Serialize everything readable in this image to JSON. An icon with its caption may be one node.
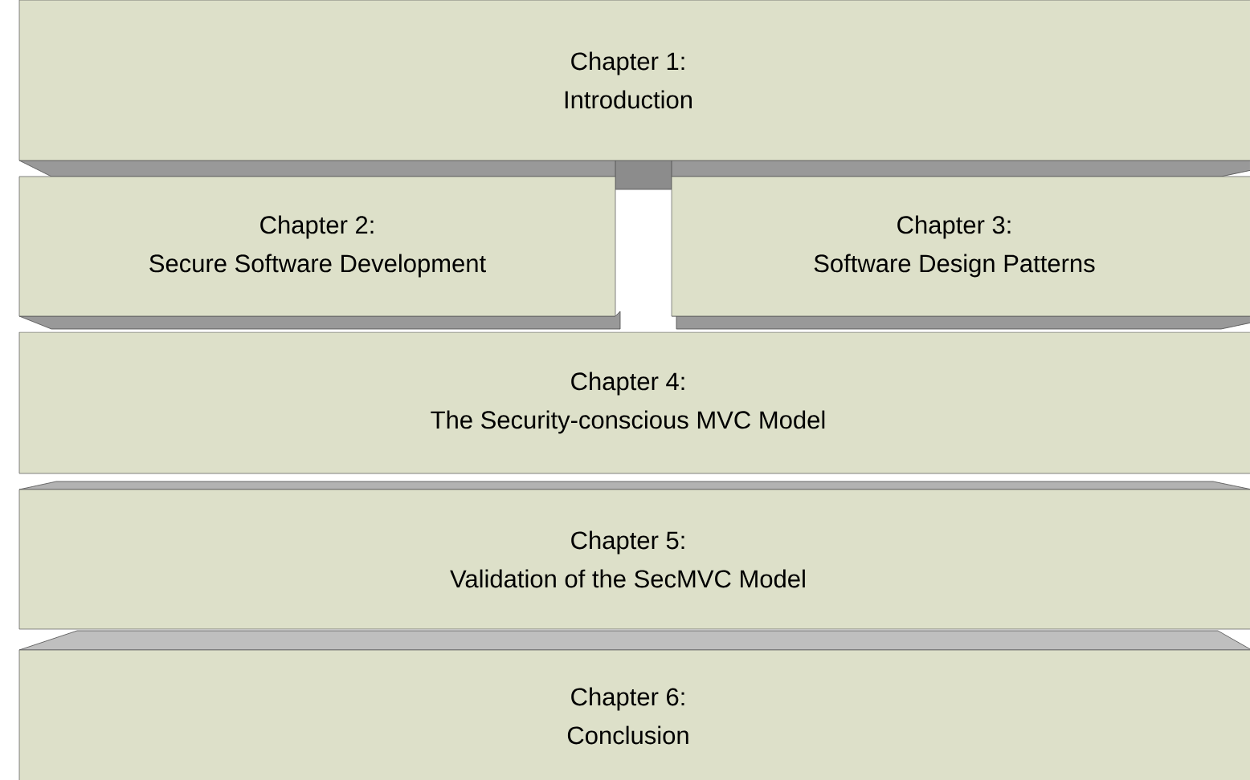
{
  "diagram": {
    "nodes": [
      {
        "text": [
          "Chapter 1:",
          "Introduction"
        ]
      },
      {
        "text": [
          "Chapter 2:",
          "Secure Software Development"
        ]
      },
      {
        "text": [
          "Chapter 3:",
          "Software Design Patterns"
        ]
      },
      {
        "text": [
          "Chapter 4:",
          "The Security-conscious MVC Model"
        ]
      },
      {
        "text": [
          "Chapter 5:",
          "Validation of the SecMVC Model"
        ]
      },
      {
        "text": [
          "Chapter 6:",
          "Conclusion"
        ]
      }
    ]
  }
}
